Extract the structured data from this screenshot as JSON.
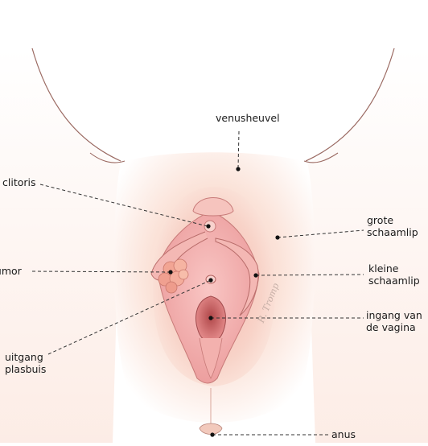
{
  "diagram": {
    "labels": {
      "venusheuvel": "venusheuvel",
      "clitoris": "clitoris",
      "tumor": "tumor",
      "grote_schaamlip": "grote\nschaamlip",
      "kleine_schaamlip": "kleine\nschaamlip",
      "ingang_van_de_vagina": "ingang van\nde vagina",
      "uitgang_plasbuis": "uitgang\nplasbuis",
      "anus": "anus"
    },
    "signature": "R. Tromp",
    "colors": {
      "skin": "#fbe6dc",
      "outline": "#9b6a62",
      "labia_pink": "#f2b8b4",
      "inner_pink": "#ec9a9a",
      "tumor": "#f0a69a",
      "leader": "#333333"
    }
  }
}
